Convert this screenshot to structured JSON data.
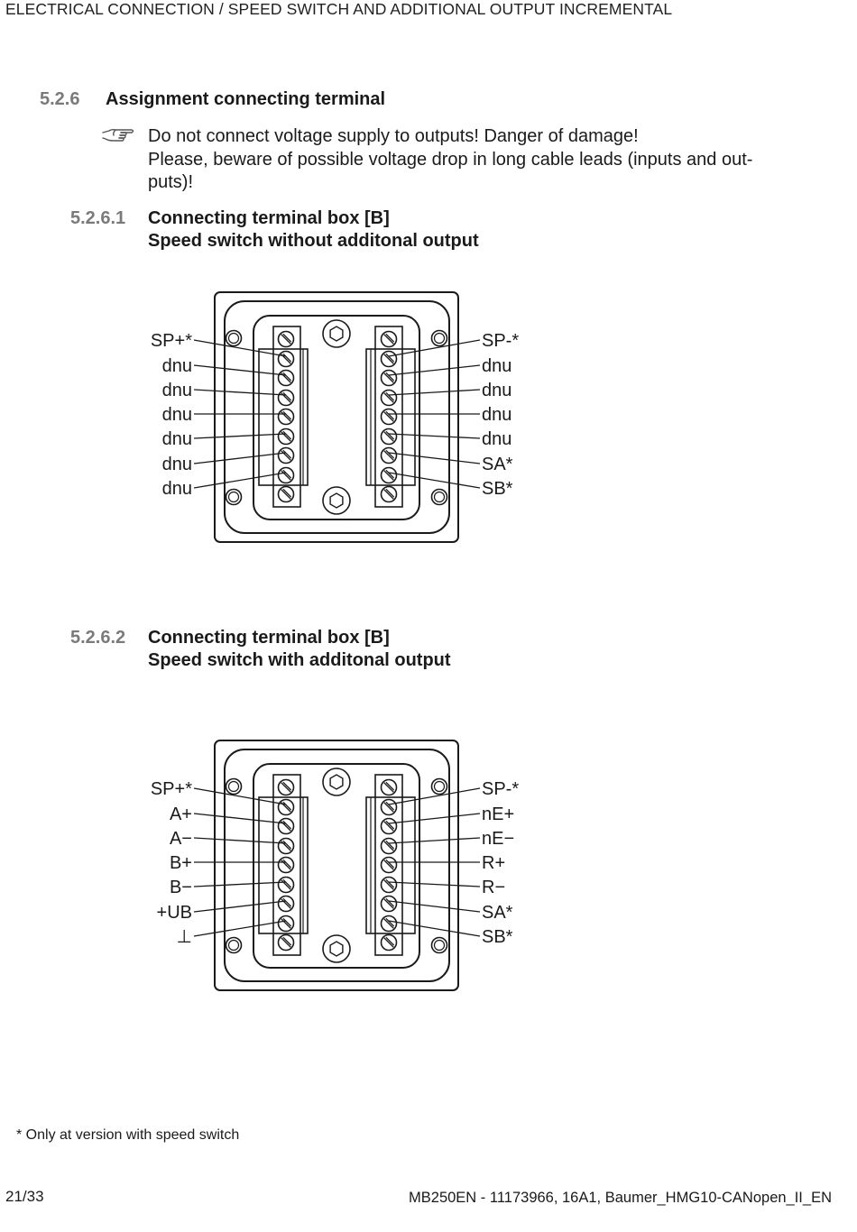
{
  "header": {
    "title": "ELECTRICAL CONNECTION / SPEED SWITCH AND ADDITIONAL OUTPUT INCREMENTAL"
  },
  "section": {
    "number": "5.2.6",
    "title": "Assignment connecting terminal"
  },
  "note": {
    "icon": "pointing-hand-icon",
    "lines": [
      "Do not connect voltage supply to outputs! Danger of damage!",
      "Please, beware of possible voltage drop in long cable leads (inputs and out-",
      "puts)!"
    ]
  },
  "subsections": [
    {
      "number": "5.2.6.1",
      "title_line1": "Connecting terminal box [B]",
      "title_line2": "Speed switch without additonal output",
      "left_labels": [
        "SP+*",
        "dnu",
        "dnu",
        "dnu",
        "dnu",
        "dnu",
        "dnu"
      ],
      "right_labels": [
        "SP-*",
        "dnu",
        "dnu",
        "dnu",
        "dnu",
        "SA*",
        "SB*"
      ]
    },
    {
      "number": "5.2.6.2",
      "title_line1": "Connecting terminal box [B]",
      "title_line2": "Speed switch with additonal output",
      "left_labels": [
        "SP+*",
        "A+",
        "A−",
        "B+",
        "B−",
        "+UB",
        "⊥"
      ],
      "right_labels": [
        "SP-*",
        "nE+",
        "nE−",
        "R+",
        "R−",
        "SA*",
        "SB*"
      ]
    }
  ],
  "footnote": "*  Only at version with speed switch",
  "footer": {
    "page": "21/33",
    "document": "MB250EN - 11173966, 16A1, Baumer_HMG10-CANopen_II_EN"
  },
  "colors": {
    "text": "#1a1a1a",
    "section_number": "#7a7a7a",
    "lines": "#1a1a1a"
  }
}
